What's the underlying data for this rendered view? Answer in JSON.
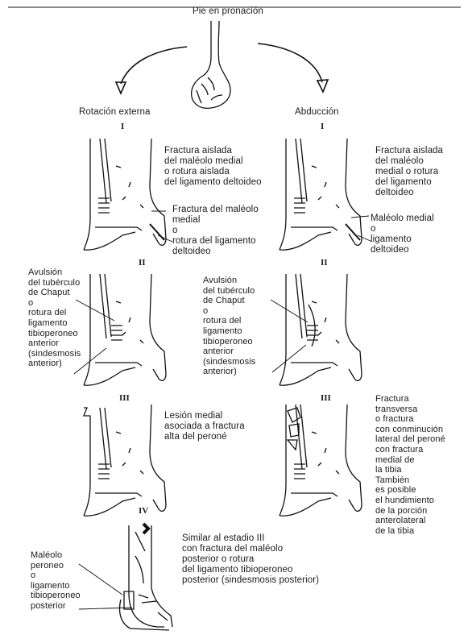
{
  "header": {
    "title": "Pie en pronación"
  },
  "columns": {
    "left": "Rotación externa",
    "right": "Abducción"
  },
  "stages": {
    "left": [
      "I",
      "II",
      "III",
      "IV"
    ],
    "right": [
      "I",
      "II",
      "III"
    ]
  },
  "labels": {
    "re1_a": "Fractura aislada\ndel maléolo medial\no rotura aislada\ndel ligamento deltoideo",
    "re1_b": "Fractura del maléolo\nmedial\no\nrotura del ligamento\ndeltoideo",
    "ab1_a": "Fractura aislada\ndel maléolo\nmedial o rotura\ndel ligamento\ndeltoideo",
    "ab1_b": "Maléolo medial\no\nligamento\ndeltoideo",
    "re2": "Avulsión\ndel tubérculo\nde Chaput\no\nrotura del\nligamento\ntibioperoneo\nanterior\n(sindesmosis\nanterior)",
    "ab2": "Avulsión\ndel tubérculo\nde Chaput\no\nrotura del\nligamento\ntibioperoneo\nanterior\n(sindesmosis\nanterior)",
    "re3": "Lesión medial\nasociada a fractura\nalta del peroné",
    "ab3": "Fractura\ntransversa\no fractura\ncon conminución\nlateral del peroné\ncon fractura\nmedial de\nla tibia\nTambién\nes posible\nel hundimiento\nde la porción\nanterolateral\nde la tibia",
    "re4_a": "Similar al estadio III\ncon fractura del maléolo\nposterior o rotura\ndel ligamento tibioperoneo\nposterior (sindesmosis posterior)",
    "re4_b": "Maléolo\nperoneo\no\nligamento\ntibioperoneo\nposterior"
  }
}
